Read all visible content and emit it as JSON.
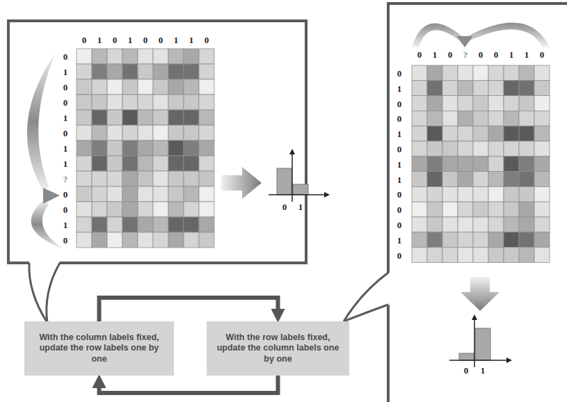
{
  "diagram": {
    "nodes": [
      {
        "text": [
          "With the column labels fixed, update the row labels one by one"
        ]
      },
      {
        "text": [
          "With the row labels fixed, update the column labels one by one"
        ]
      }
    ],
    "edges": [
      {
        "from": 0,
        "to": 1,
        "arrow": "to"
      },
      {
        "from": 1,
        "to": 0,
        "arrow": "to"
      }
    ],
    "labels": [
      "0",
      "1",
      "0",
      "1",
      "0",
      "0",
      "1",
      "1",
      "0",
      "0",
      "1",
      "0",
      "0",
      "1",
      "0",
      "1",
      "1",
      "?",
      "0",
      "0",
      "1",
      "0",
      "0",
      "1",
      "0",
      "1",
      "0",
      "?",
      "0",
      "0",
      "1",
      "1",
      "0",
      "0",
      "1",
      "0",
      "0",
      "1",
      "0",
      "1",
      "1",
      "0",
      "0",
      "0",
      "1",
      "0",
      "0",
      "1"
    ]
  }
}
